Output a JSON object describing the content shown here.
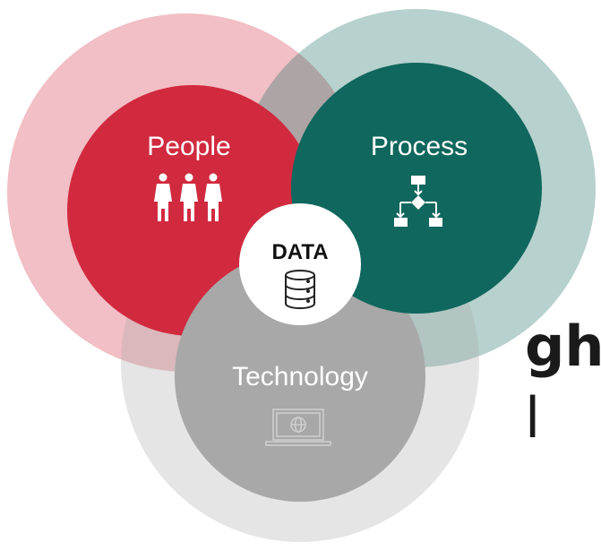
{
  "diagram": {
    "side_text": [
      "gh",
      "l"
    ],
    "circles": [
      {
        "id": "people",
        "label": "People",
        "icon": "people-icon",
        "color": "#d12a3f",
        "halo": "#e9a3ae"
      },
      {
        "id": "process",
        "label": "Process",
        "icon": "flowchart-icon",
        "color": "#10675d",
        "halo": "#91bebb"
      },
      {
        "id": "technology",
        "label": "Technology",
        "icon": "laptop-globe-icon",
        "color": "#a8a8a8",
        "halo": "#d9d9d9"
      }
    ],
    "center": {
      "label": "DATA",
      "icon": "database-icon",
      "color": "#ffffff"
    }
  }
}
